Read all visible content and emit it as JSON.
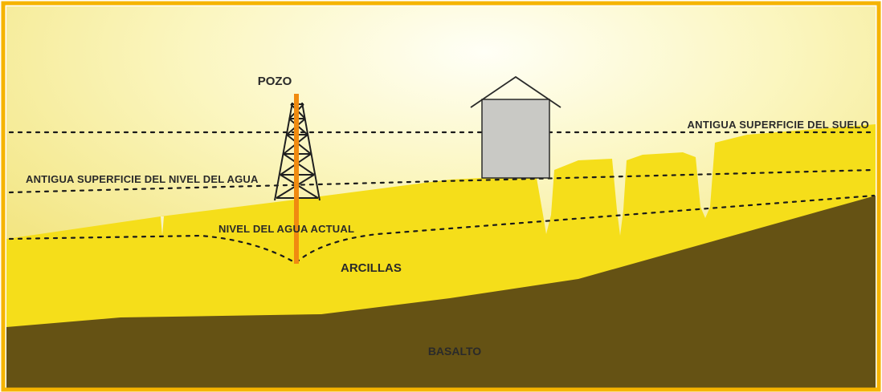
{
  "labels": {
    "well": "POZO",
    "old_ground_surface": "ANTIGUA SUPERFICIE DEL SUELO",
    "old_water_level": "ANTIGUA SUPERFICIE DEL NIVEL DEL AGUA",
    "current_water_level": "NIVEL DEL AGUA ACTUAL",
    "clays": "ARCILLAS",
    "basalt": "BASALTO"
  },
  "colors": {
    "frame": "#F5B400",
    "sky_center": "#FFFFF4",
    "sky_edge": "#F4E88A",
    "clay": "#F5DE1A",
    "basalt": "#655214",
    "well_pipe": "#F08A10",
    "house": "#C9C9C5"
  }
}
